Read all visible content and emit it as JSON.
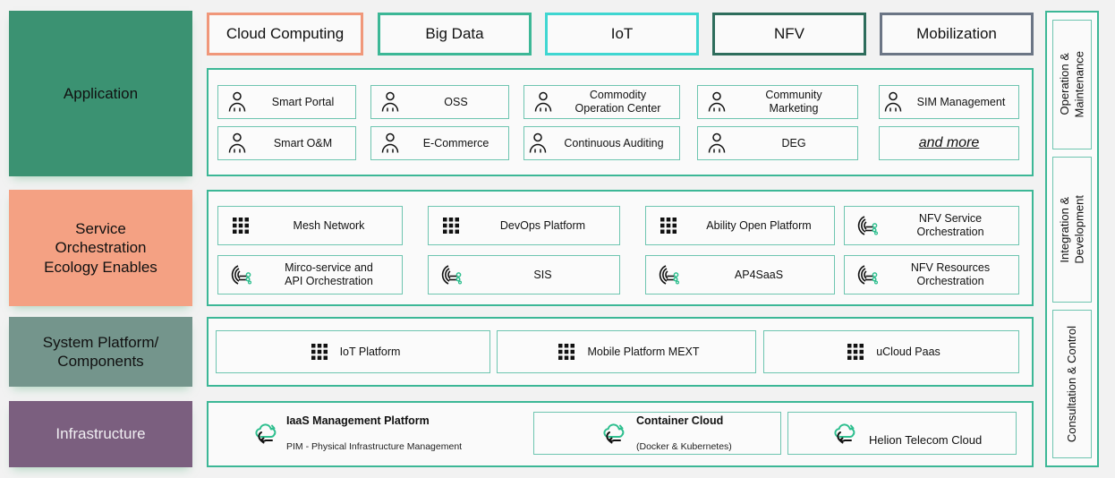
{
  "colors": {
    "teal": "#3cb796",
    "teal_light": "#6ec5b0",
    "salmon": "#f0977a",
    "cyan": "#3fd6d1",
    "dark_green": "#2e6d5c",
    "slate": "#6b7585",
    "application_fill": "#3b9272",
    "service_fill": "#f4a183",
    "system_fill": "#74958c",
    "infrastructure_fill": "#7b5f7f",
    "icon_accent_green": "#2fbf8f"
  },
  "layers": {
    "application": {
      "label": "Application"
    },
    "service": {
      "label": "Service\nOrchestration\nEcology Enables"
    },
    "system": {
      "label": "System Platform/\nComponents"
    },
    "infrastructure": {
      "label": "Infrastructure"
    }
  },
  "categories": [
    {
      "label": "Cloud Computing",
      "border": "#f0977a"
    },
    {
      "label": "Big Data",
      "border": "#3cb796"
    },
    {
      "label": "IoT",
      "border": "#3fd6d1"
    },
    {
      "label": "NFV",
      "border": "#2e6d5c"
    },
    {
      "label": "Mobilization",
      "border": "#6b7585"
    }
  ],
  "application_items": [
    {
      "label": "Smart Portal",
      "icon": "person-icon"
    },
    {
      "label": "OSS",
      "icon": "person-icon"
    },
    {
      "label": "Commodity\nOperation Center",
      "icon": "person-icon"
    },
    {
      "label": "Community\nMarketing",
      "icon": "person-icon"
    },
    {
      "label": "SIM Management",
      "icon": "person-icon"
    },
    {
      "label": "Smart O&M",
      "icon": "person-icon"
    },
    {
      "label": "E-Commerce",
      "icon": "person-icon"
    },
    {
      "label": "Continuous Auditing",
      "icon": "person-icon"
    },
    {
      "label": "DEG",
      "icon": "person-icon"
    },
    {
      "label": "and more",
      "icon": "none",
      "style": "italic-underline"
    }
  ],
  "service_items": [
    {
      "label": "Mesh Network",
      "icon": "grid-dots-icon"
    },
    {
      "label": "DevOps Platform",
      "icon": "grid-dots-icon"
    },
    {
      "label": "Ability Open Platform",
      "icon": "grid-dots-icon"
    },
    {
      "label": "NFV Service\nOrchestration",
      "icon": "orchestration-icon"
    },
    {
      "label": "Mirco-service and\nAPI Orchestration",
      "icon": "orchestration-icon"
    },
    {
      "label": "SIS",
      "icon": "orchestration-icon"
    },
    {
      "label": "AP4SaaS",
      "icon": "orchestration-icon"
    },
    {
      "label": "NFV Resources\nOrchestration",
      "icon": "orchestration-icon"
    }
  ],
  "system_items": [
    {
      "label": "IoT Platform",
      "icon": "grid-dots-icon"
    },
    {
      "label": "Mobile Platform MEXT",
      "icon": "grid-dots-icon"
    },
    {
      "label": "uCloud Paas",
      "icon": "grid-dots-icon"
    }
  ],
  "infrastructure_items": [
    {
      "label": "IaaS Management Platform",
      "sublabel": "PIM - Physical Infrastructure Management",
      "icon": "cloud-sync-icon"
    },
    {
      "label": "Container Cloud",
      "sublabel": "(Docker & Kubernetes)",
      "icon": "cloud-sync-icon"
    },
    {
      "label": "Helion Telecom Cloud",
      "sublabel": "",
      "icon": "cloud-sync-icon"
    }
  ],
  "sidebar": [
    {
      "label": "Operation &\nMaintenance"
    },
    {
      "label": "Integration &\nDevelopment"
    },
    {
      "label": "Consultation & Control"
    }
  ]
}
